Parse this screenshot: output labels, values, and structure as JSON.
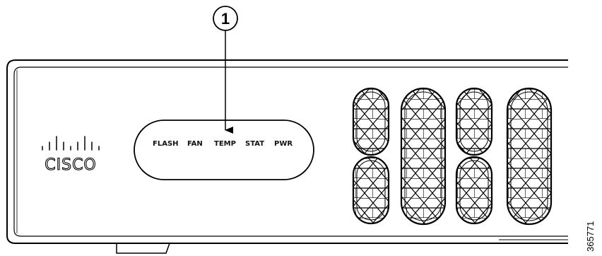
{
  "callout": {
    "number": "1"
  },
  "brand": {
    "name": "CISCO"
  },
  "led_labels": [
    "FLASH",
    "FAN",
    "TEMP",
    "STAT",
    "PWR"
  ],
  "figure_id": "365771"
}
